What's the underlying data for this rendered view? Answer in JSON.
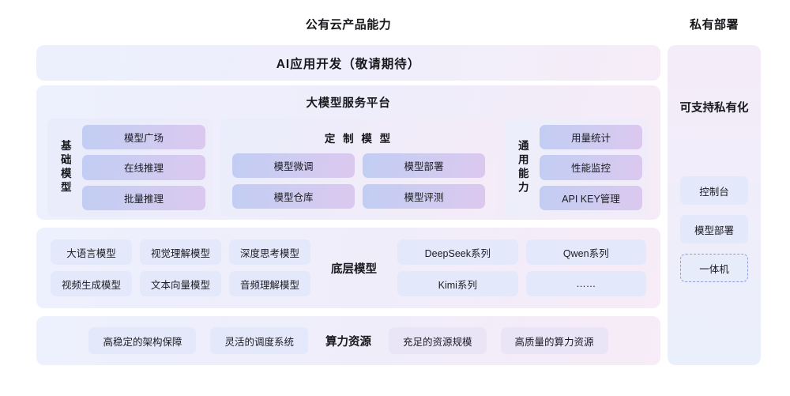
{
  "headers": {
    "public": "公有云产品能力",
    "private": "私有部署"
  },
  "bands": {
    "app": {
      "label": "AI应用开发（敬请期待）"
    },
    "platform": {
      "label": "大模型服务平台",
      "base_models": {
        "side_label": "基础模型",
        "chips": [
          "模型广场",
          "在线推理",
          "批量推理"
        ]
      },
      "custom_models": {
        "title": "定 制 模 型",
        "chips": [
          "模型微调",
          "模型部署",
          "模型仓库",
          "模型评测"
        ]
      },
      "common_capability": {
        "side_label": "通用能力",
        "chips": [
          "用量统计",
          "性能监控",
          "API KEY管理"
        ]
      }
    },
    "base_layer": {
      "label": "底层模型",
      "capability_chips": [
        "大语言模型",
        "视觉理解模型",
        "深度思考模型",
        "视频生成模型",
        "文本向量模型",
        "音频理解模型"
      ],
      "vendor_chips": [
        "DeepSeek系列",
        "Qwen系列",
        "Kimi系列",
        "……"
      ]
    },
    "compute": {
      "label": "算力资源",
      "left_chips": [
        "高稳定的架构保障",
        "灵活的调度系统"
      ],
      "right_chips": [
        "充足的资源规模",
        "高质量的算力资源"
      ]
    }
  },
  "private_panel": {
    "lead": "可支持私有化",
    "items": [
      "控制台",
      "模型部署",
      "一体机"
    ]
  },
  "colors": {
    "chip_gradient_start": "#c2cdf3",
    "chip_gradient_end": "#dcc8ef",
    "chip_soft": "#e3e8fa",
    "chip_tint": "#e9e5f7",
    "dashed_border": "#8b9ddb",
    "text": "#1c1c22"
  }
}
